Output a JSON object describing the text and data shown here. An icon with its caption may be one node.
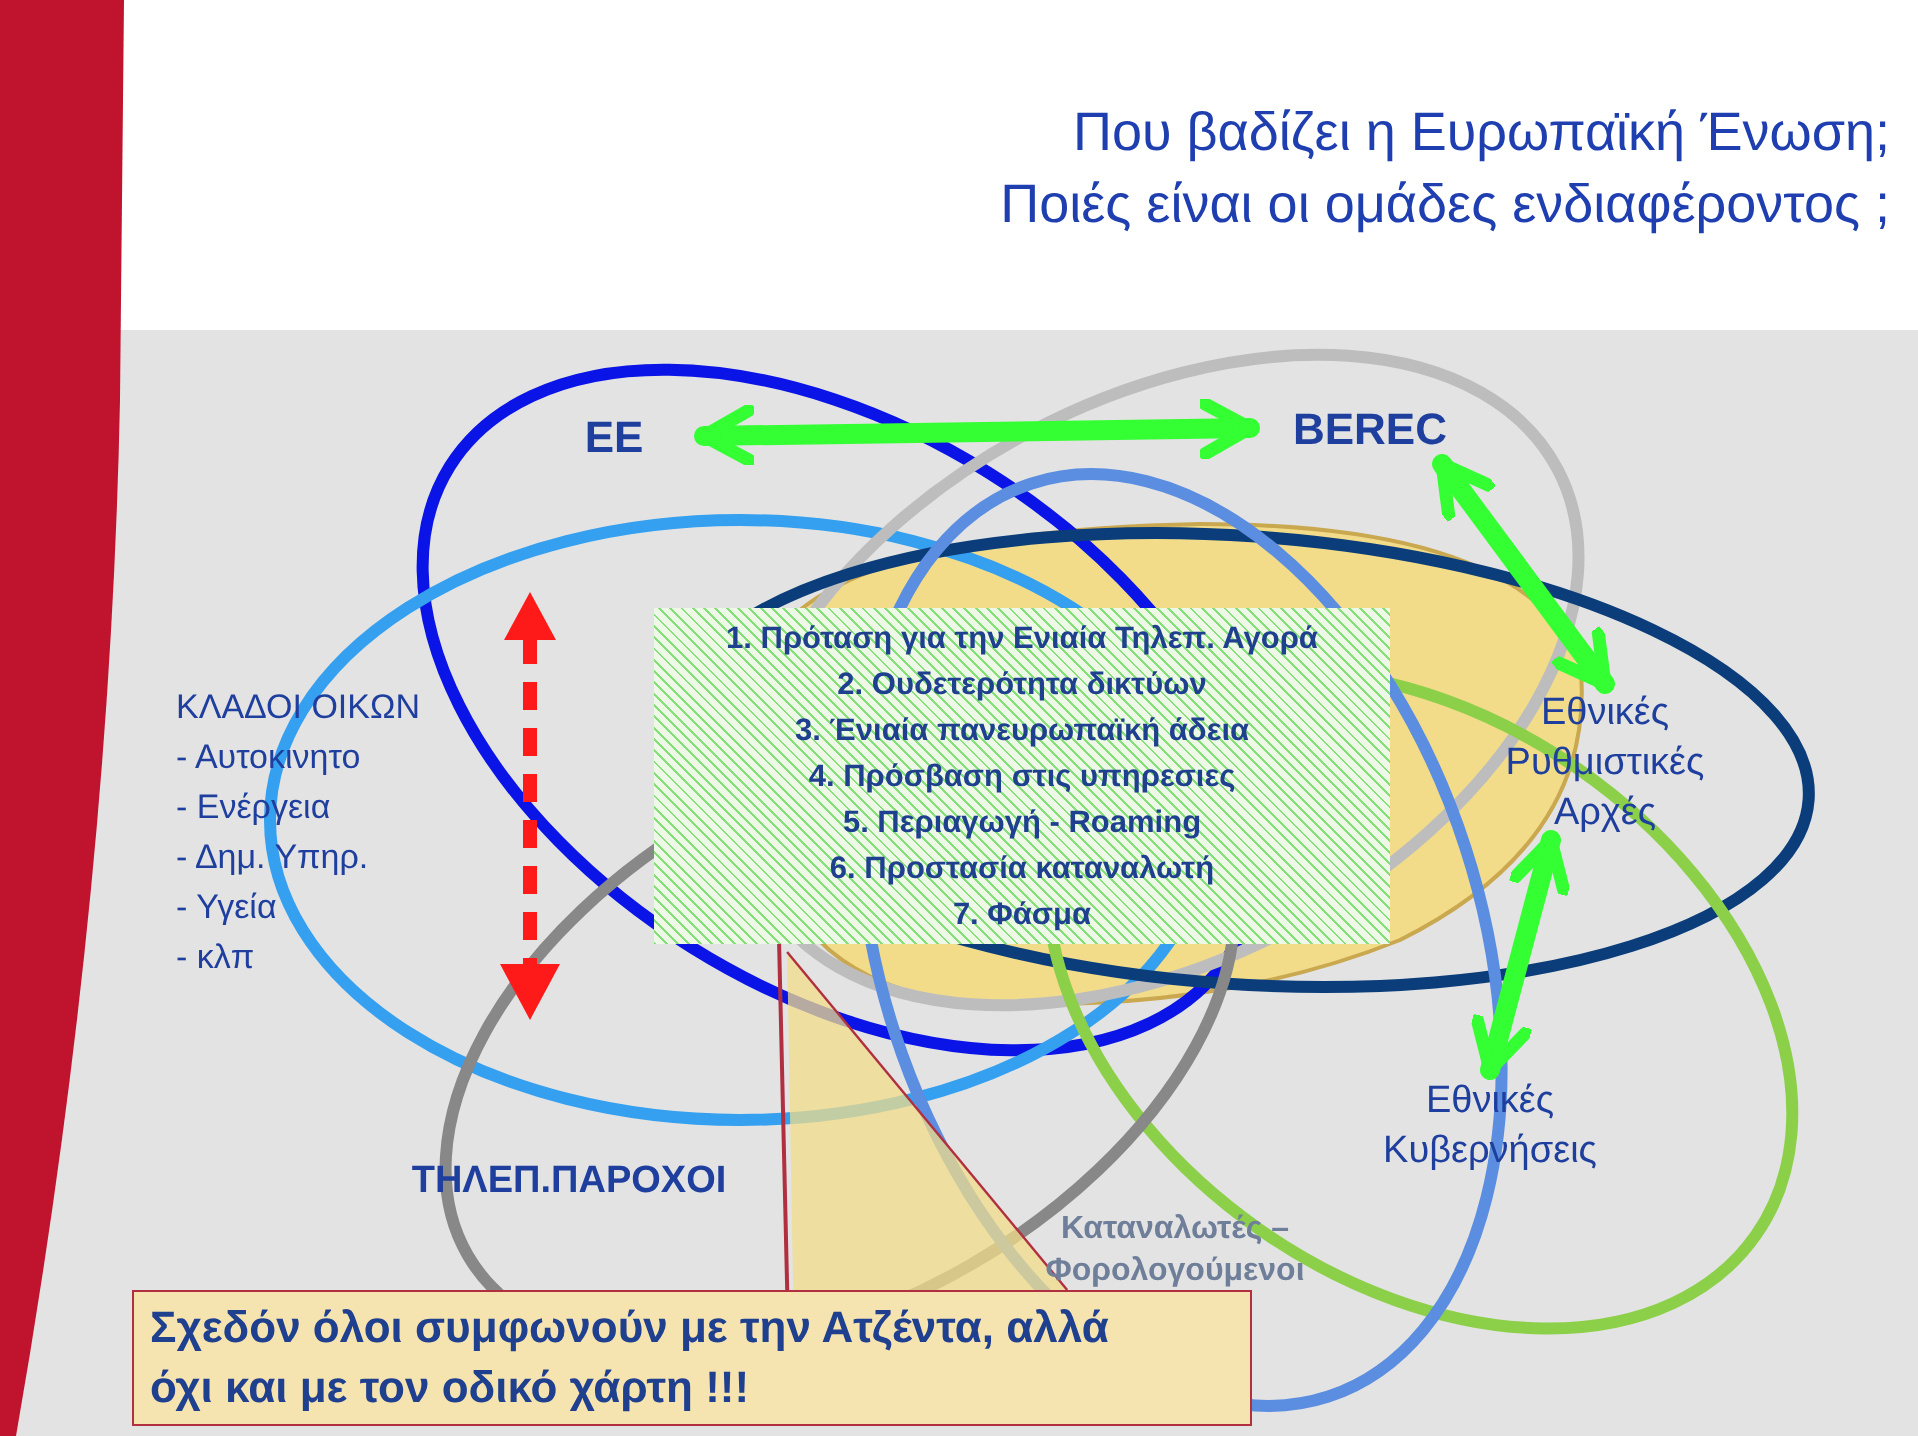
{
  "diagram": {
    "title": "Που βαδίζει η Ευρωπαϊκή Ένωση;",
    "nodes": [
      {
        "text": [
          "ΕΕ"
        ]
      },
      {
        "text": [
          "BEREC"
        ]
      },
      {
        "text": [
          "Εθνικές Ρυθμιστικές Αρχές"
        ]
      },
      {
        "text": [
          "Εθνικές Κυβερνήσεις"
        ]
      },
      {
        "text": [
          "ΚΛΑΔΟΙ ΟΙΚΩΝ",
          "- Αυτοκινητο",
          "- Ενέργεια",
          "- Δημ. Υπηρ.",
          "- Υγεία",
          "- κλπ"
        ]
      },
      {
        "text": [
          "ΤΗΛΕΠ.ΠΑΡΟΧΟΙ"
        ]
      },
      {
        "text": [
          "Καταναλωτές – Φορολογούμενοι"
        ]
      },
      {
        "text": [
          "1. Πρόταση για την Ενιαία Τηλεπ. Αγορά",
          "2. Ουδετερότητα δικτύων",
          "3. Ένιαία πανευρωπαϊκή άδεια",
          "4. Πρόσβαση στις υπηρεσιες",
          "5. Περιαγωγή - Roaming",
          "6. Προστασία καταναλωτή",
          "7. Φάσμα"
        ]
      },
      {
        "text": [
          "Σχεδόν όλοι συμφωνούν με την Ατζέντα, αλλά όχι και με τον οδικό χάρτη !!!"
        ]
      }
    ],
    "edges": [
      {
        "from": 0,
        "to": 1,
        "arrow": "both"
      },
      {
        "from": 1,
        "to": 2,
        "arrow": "both"
      },
      {
        "from": 2,
        "to": 3,
        "arrow": "both"
      },
      {
        "from": 8,
        "to": 7,
        "arrow": "none",
        "color": "#b03040"
      }
    ],
    "labels": [
      "Ποιές είναι οι ομάδες ενδιαφέροντος ;"
    ]
  }
}
